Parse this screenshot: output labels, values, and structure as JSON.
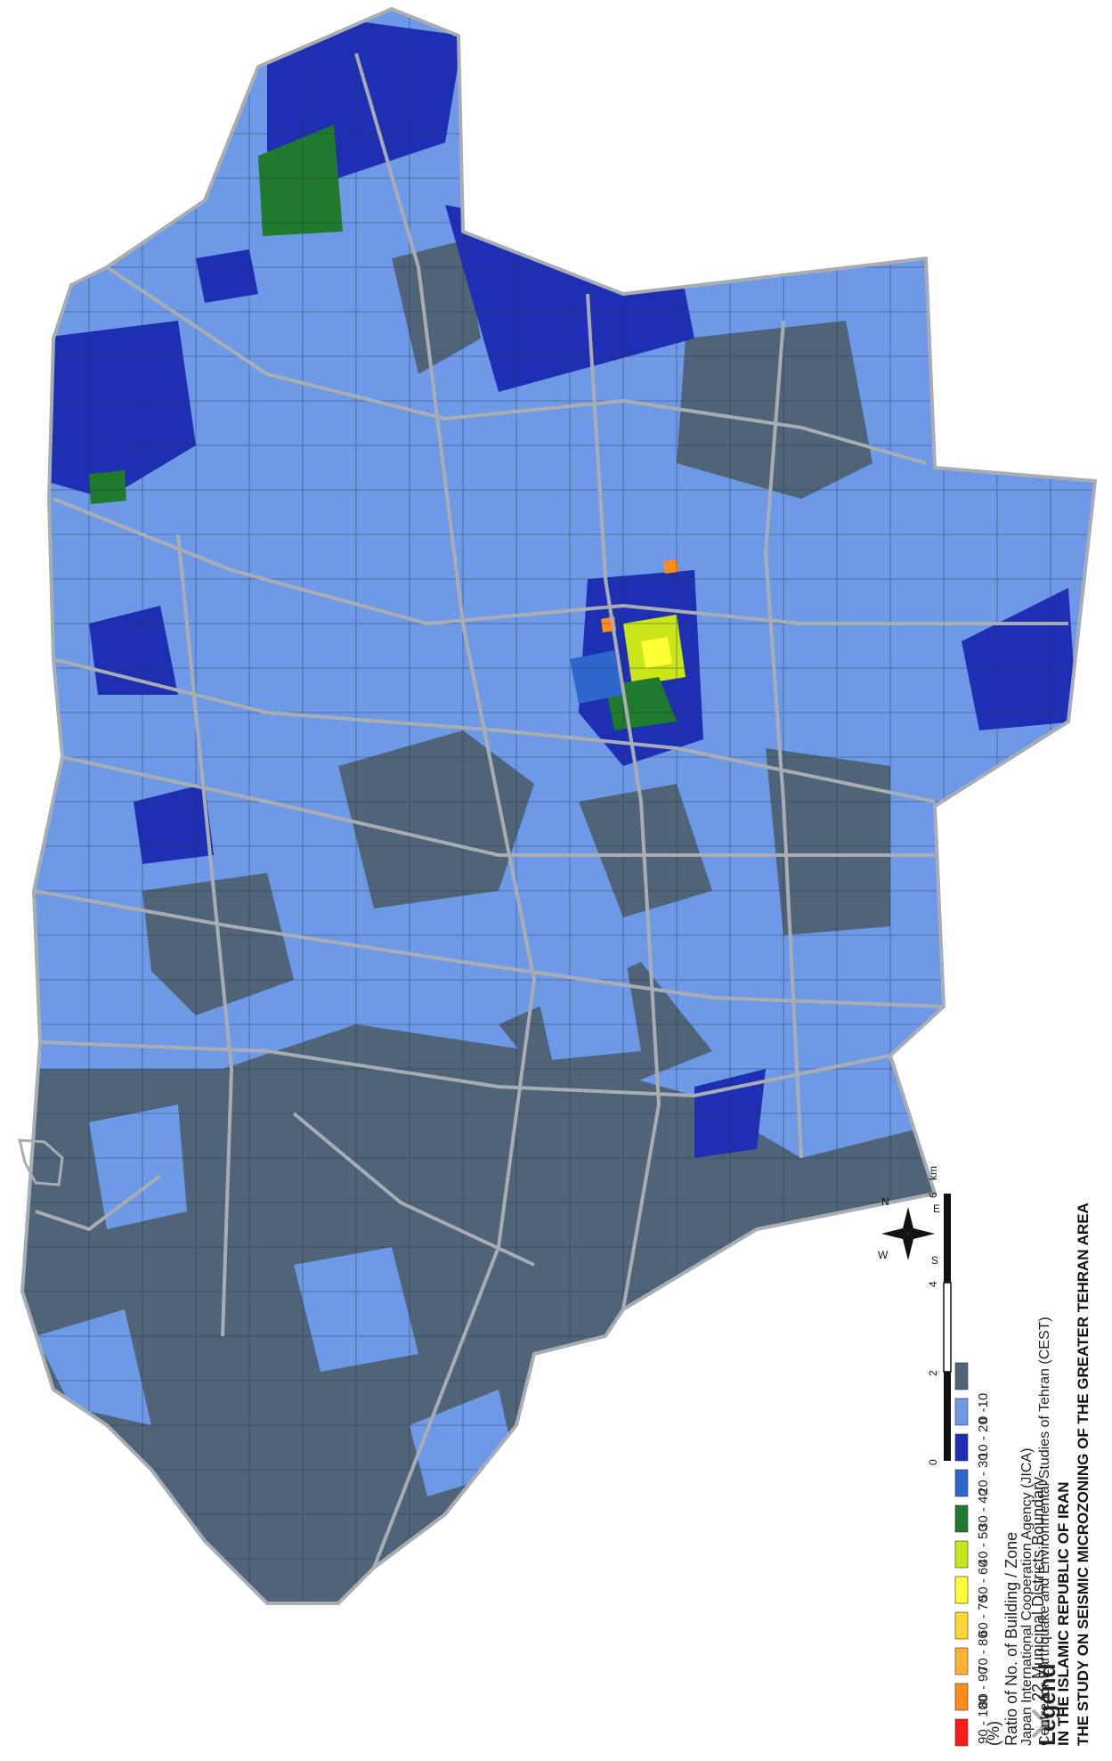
{
  "legend": {
    "heading": "Legend",
    "boundary_label": "22 Municipal Districts Boundary",
    "ratio_label": "Ratio of No. of Building / Zone",
    "unit": "(%)",
    "classes": [
      {
        "label": "90 - 100",
        "color": "#ff1a1a"
      },
      {
        "label": "80 - 90",
        "color": "#ff8c1a"
      },
      {
        "label": "70 - 80",
        "color": "#ffb233"
      },
      {
        "label": "60 - 70",
        "color": "#ffd633"
      },
      {
        "label": "50 - 60",
        "color": "#ffff33"
      },
      {
        "label": "40 - 50",
        "color": "#c8e61a"
      },
      {
        "label": "30 - 40",
        "color": "#1f7a2e"
      },
      {
        "label": "20 - 30",
        "color": "#2e66cc"
      },
      {
        "label": "10 - 20",
        "color": "#1f2fb3"
      },
      {
        "label": "0 -10",
        "color": "#6e99e6"
      },
      {
        "label": "",
        "color": "#4f6478"
      }
    ]
  },
  "colors": {
    "boundary": "#a8adb4",
    "light_blue": "#6e99e6",
    "dark_blue": "#1f2fb3",
    "grey": "#4f6478",
    "green": "#1f7a2e",
    "medium_blue": "#2e66cc",
    "yellow": "#ffff33",
    "lime": "#c8e61a",
    "orange": "#ff8c1a"
  },
  "scale_bar": {
    "ticks": [
      "0",
      "2",
      "4",
      "6"
    ],
    "unit": "km"
  },
  "compass": {
    "n": "N",
    "e": "E",
    "s": "S",
    "w": "W"
  },
  "title": {
    "line1": "THE STUDY ON SEISMIC MICROZONING OF THE GREATER TEHRAN AREA",
    "line2": "IN THE ISLAMIC REPUBLIC OF IRAN",
    "line3": "Centre for Earthquake and Environmental Studies of Tehran (CEST)",
    "line4": "Japan International Cooperation Agency (JICA)"
  }
}
